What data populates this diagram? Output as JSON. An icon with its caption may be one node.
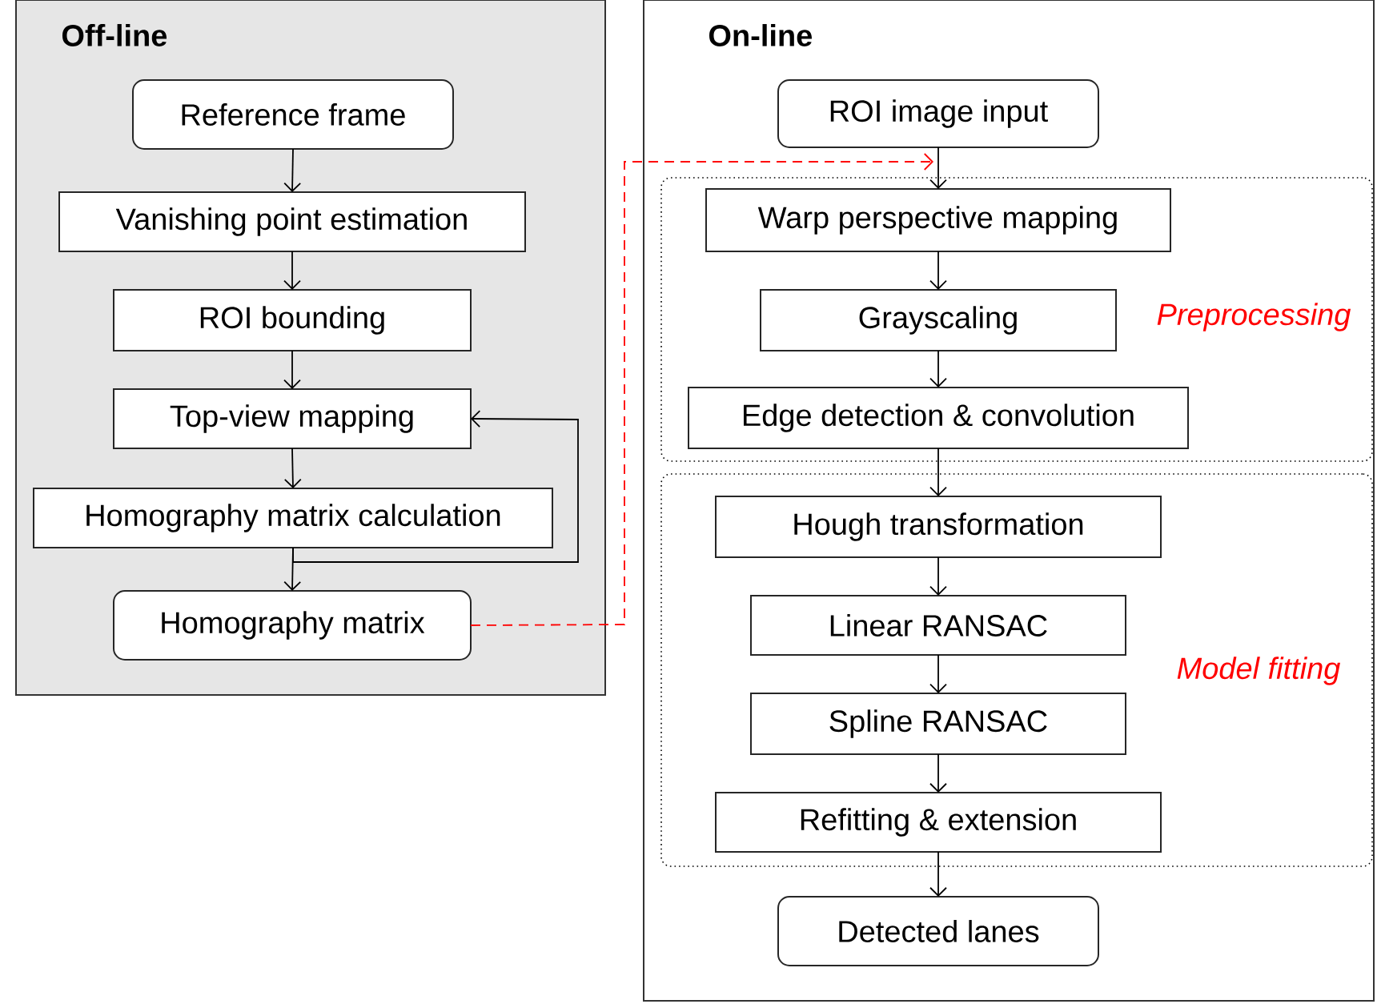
{
  "diagram": {
    "nodes": [
      {
        "text": [
          "Off-line"
        ]
      },
      {
        "text": [
          "Reference frame"
        ],
        "in": 0
      },
      {
        "text": [
          "Vanishing point estimation"
        ],
        "in": 0
      },
      {
        "text": [
          "ROI bounding"
        ],
        "in": 0
      },
      {
        "text": [
          "Top-view mapping"
        ],
        "in": 0
      },
      {
        "text": [
          "Homography matrix calculation"
        ],
        "in": 0
      },
      {
        "text": [
          "Homography matrix"
        ],
        "in": 0
      },
      {
        "text": [
          "On-line"
        ]
      },
      {
        "text": [
          "ROI image input"
        ],
        "in": 7
      },
      {
        "text": [
          "Preprocessing"
        ],
        "in": 7
      },
      {
        "text": [
          "Warp perspective mapping"
        ],
        "in": 9
      },
      {
        "text": [
          "Grayscaling"
        ],
        "in": 9
      },
      {
        "text": [
          "Edge detection & convolution"
        ],
        "in": 9
      },
      {
        "text": [
          "Model fitting"
        ],
        "in": 7
      },
      {
        "text": [
          "Hough transformation"
        ],
        "in": 13
      },
      {
        "text": [
          "Linear RANSAC"
        ],
        "in": 13
      },
      {
        "text": [
          "Spline RANSAC"
        ],
        "in": 13
      },
      {
        "text": [
          "Refitting & extension"
        ],
        "in": 13
      },
      {
        "text": [
          "Detected lanes"
        ],
        "in": 7
      }
    ],
    "edges": [
      {
        "from": 1,
        "to": 2,
        "arrow": "to"
      },
      {
        "from": 2,
        "to": 3,
        "arrow": "to"
      },
      {
        "from": 3,
        "to": 4,
        "arrow": "to"
      },
      {
        "from": 4,
        "to": 5,
        "arrow": "to"
      },
      {
        "from": 5,
        "to": 6,
        "arrow": "to"
      },
      {
        "from": 5,
        "to": 4,
        "arrow": "to"
      },
      {
        "from": 6,
        "to": 9,
        "arrow": "to",
        "style": "dashed",
        "color": "#ff0000"
      },
      {
        "from": 8,
        "to": 10,
        "arrow": "to"
      },
      {
        "from": 10,
        "to": 11,
        "arrow": "to"
      },
      {
        "from": 11,
        "to": 12,
        "arrow": "to"
      },
      {
        "from": 12,
        "to": 14,
        "arrow": "to"
      },
      {
        "from": 14,
        "to": 15,
        "arrow": "to"
      },
      {
        "from": 15,
        "to": 16,
        "arrow": "to"
      },
      {
        "from": 16,
        "to": 17,
        "arrow": "to"
      },
      {
        "from": 17,
        "to": 18,
        "arrow": "to"
      }
    ]
  }
}
